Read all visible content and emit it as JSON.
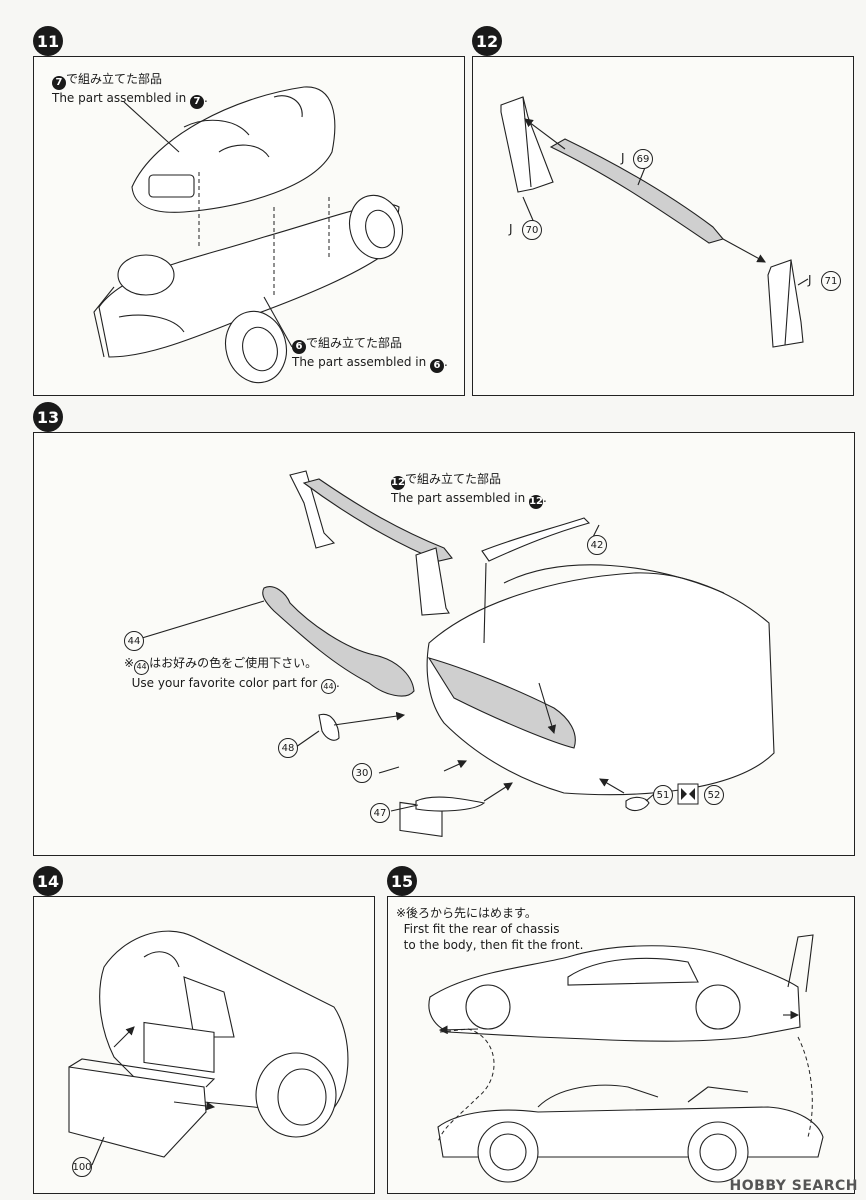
{
  "steps": {
    "s11": {
      "number": "11",
      "note_badge": "7",
      "note_jp_suffix": "で組み立てた部品",
      "note_en": "The part assembled in",
      "note_badge2": "6",
      "note2_jp_suffix": "で組み立てた部品",
      "note2_en": "The part assembled in"
    },
    "s12": {
      "number": "12",
      "parts": [
        {
          "prefix": "J",
          "num": "69"
        },
        {
          "prefix": "J",
          "num": "70"
        },
        {
          "prefix": "J",
          "num": "71"
        }
      ]
    },
    "s13": {
      "number": "13",
      "note_badge": "12",
      "note_jp_suffix": "で組み立てた部品",
      "note_en": "The part assembled in",
      "color_note_jp_prefix": "※",
      "color_note_jp_suffix": "はお好みの色をご使用下さい。",
      "color_note_en": "Use your favorite color part for",
      "parts": [
        "42",
        "44",
        "48",
        "30",
        "47",
        "51",
        "52"
      ]
    },
    "s14": {
      "number": "14",
      "parts": [
        "100"
      ]
    },
    "s15": {
      "number": "15",
      "note_jp": "※後ろから先にはめます。",
      "note_en_1": "First fit the rear of chassis",
      "note_en_2": "to the body, then fit the front."
    }
  },
  "watermark": "HOBBY SEARCH"
}
